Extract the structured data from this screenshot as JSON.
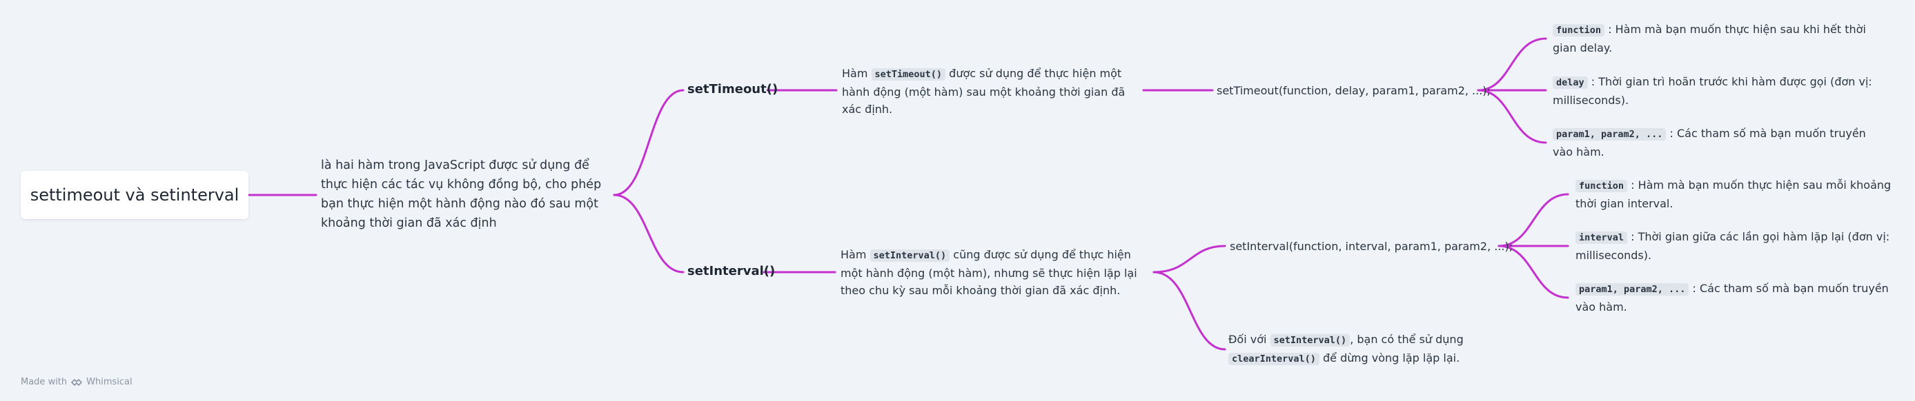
{
  "root": {
    "label": "settimeout và setinterval"
  },
  "description": "là hai hàm trong JavaScript được sử dụng để thực hiện các tác vụ không đồng bộ, cho phép bạn thực hiện một hành động nào đó sau một khoảng thời gian đã xác định",
  "settimeout": {
    "label": "setTimeout()",
    "desc_prefix": "Hàm",
    "desc_code": "setTimeout()",
    "desc_suffix": "được sử dụng để thực hiện một hành động (một hàm) sau một khoảng thời gian đã xác định.",
    "syntax": "setTimeout(function, delay, param1, param2, ...);",
    "params": [
      {
        "code": "function",
        "text": ": Hàm mà bạn muốn thực hiện sau khi hết thời gian delay."
      },
      {
        "code": "delay",
        "text": ": Thời gian trì hoãn trước khi hàm được gọi (đơn vị: milliseconds)."
      },
      {
        "code": "param1, param2, ...",
        "text": ": Các tham số mà bạn muốn truyền vào hàm."
      }
    ]
  },
  "setinterval": {
    "label": "setInterval()",
    "desc_prefix": "Hàm",
    "desc_code": "setInterval()",
    "desc_suffix": "cũng được sử dụng để thực hiện một hành động (một hàm), nhưng sẽ thực hiện lặp lại theo chu kỳ sau mỗi khoảng thời gian đã xác định.",
    "syntax": "setInterval(function, interval, param1, param2, ...);",
    "params": [
      {
        "code": "function",
        "text": ": Hàm mà bạn muốn thực hiện sau mỗi khoảng thời gian interval."
      },
      {
        "code": "interval",
        "text": ": Thời gian giữa các lần gọi hàm lặp lại (đơn vị: milliseconds)."
      },
      {
        "code": "param1, param2, ...",
        "text": ": Các tham số mà bạn muốn truyền vào hàm."
      }
    ],
    "clear_prefix": "Đối với",
    "clear_code1": "setInterval()",
    "clear_middle": ", bạn có thể sử dụng",
    "clear_code2": "clearInterval()",
    "clear_suffix": "để dừng vòng lặp lặp lại."
  },
  "footer": {
    "made_with": "Made with",
    "brand": "Whimsical"
  },
  "colors": {
    "edge": "#c431cf",
    "background": "#f0f3f7"
  }
}
